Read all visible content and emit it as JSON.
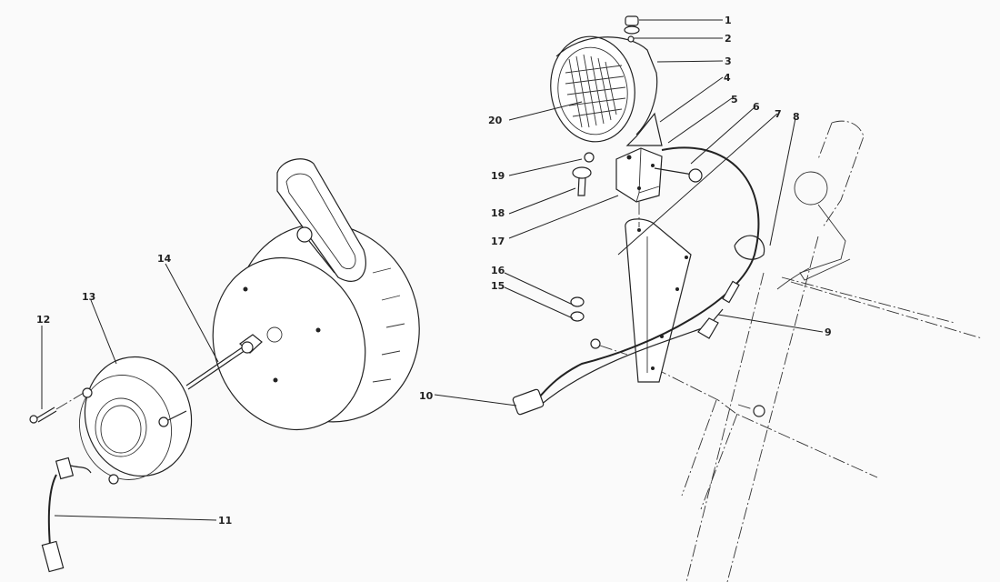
{
  "diagram": {
    "type": "exploded-parts-view",
    "subject": "Work light and steering assembly parts breakdown",
    "callouts": [
      {
        "id": "1",
        "label": "1"
      },
      {
        "id": "2",
        "label": "2"
      },
      {
        "id": "3",
        "label": "3"
      },
      {
        "id": "4",
        "label": "4"
      },
      {
        "id": "5",
        "label": "5"
      },
      {
        "id": "6",
        "label": "6"
      },
      {
        "id": "7",
        "label": "7"
      },
      {
        "id": "8",
        "label": "8"
      },
      {
        "id": "9",
        "label": "9"
      },
      {
        "id": "10",
        "label": "10"
      },
      {
        "id": "11",
        "label": "11"
      },
      {
        "id": "12",
        "label": "12"
      },
      {
        "id": "13",
        "label": "13"
      },
      {
        "id": "14",
        "label": "14"
      },
      {
        "id": "15",
        "label": "15"
      },
      {
        "id": "16",
        "label": "16"
      },
      {
        "id": "17",
        "label": "17"
      },
      {
        "id": "18",
        "label": "18"
      },
      {
        "id": "19",
        "label": "19"
      },
      {
        "id": "20",
        "label": "20"
      }
    ],
    "colors": {
      "ink": "#222222",
      "paper": "#fafafa"
    }
  }
}
